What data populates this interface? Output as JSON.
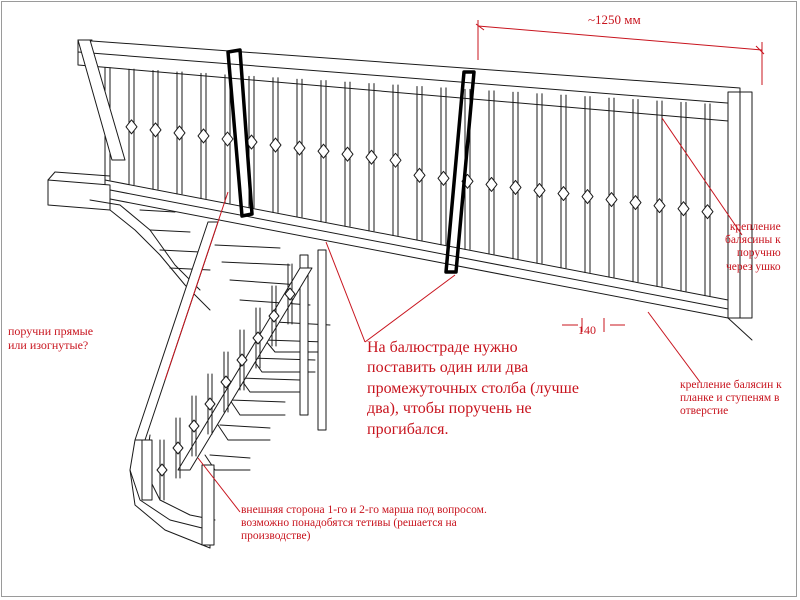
{
  "colors": {
    "line": "#1a1a1a",
    "annotation": "#c8141e",
    "frame": "#9a9a9a",
    "background": "#ffffff"
  },
  "annotations": {
    "main": "На балюстраде нужно\nпоставить один или два\nпромежуточных столба (лучше\nдва), чтобы поручень не\nпрогибался.",
    "left": "поручни прямые\nили изогнутые?",
    "bottom": "внешняя сторона 1-го и 2-го марша под вопросом.\nвозможно понадобятся тетивы (решается на\nпроизводстве)",
    "right_top": "крепление\nбалясины к\nпоручню\nчерез ушко",
    "right_bottom": "крепление балясин к\nпланке и ступеням в\nотверстие"
  },
  "dimensions": {
    "top": "~1250 мм",
    "bottom": "140"
  }
}
